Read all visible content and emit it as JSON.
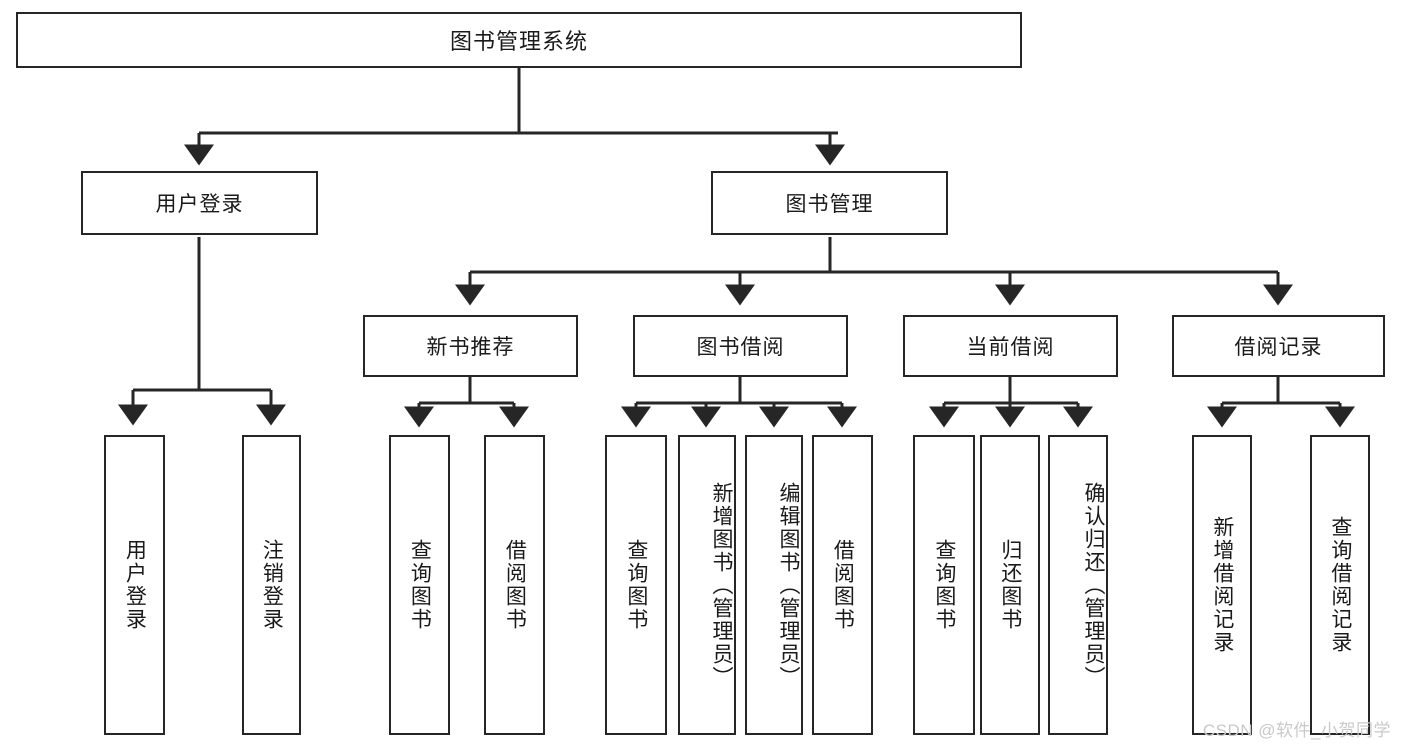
{
  "diagram": {
    "title": "图书管理系统",
    "type": "hierarchy-tree",
    "watermark": "CSDN @软件_小贺同学",
    "colors": {
      "line": "#262626",
      "box_fill": "#ffffff",
      "text": "#1a1a1a",
      "watermark": "#c9c9c9"
    },
    "levels": {
      "root": {
        "label": "图书管理系统"
      },
      "level2": [
        {
          "label": "用户登录"
        },
        {
          "label": "图书管理"
        }
      ],
      "level3": [
        {
          "label": "新书推荐"
        },
        {
          "label": "图书借阅"
        },
        {
          "label": "当前借阅"
        },
        {
          "label": "借阅记录"
        }
      ],
      "leaves": [
        {
          "label": "用户登录",
          "parent": "用户登录"
        },
        {
          "label": "注销登录",
          "parent": "用户登录"
        },
        {
          "label": "查询图书",
          "parent": "新书推荐"
        },
        {
          "label": "借阅图书",
          "parent": "新书推荐"
        },
        {
          "label": "查询图书",
          "parent": "图书借阅"
        },
        {
          "label": "新增图书（管理员）",
          "parent": "图书借阅"
        },
        {
          "label": "编辑图书（管理员）",
          "parent": "图书借阅"
        },
        {
          "label": "借阅图书",
          "parent": "图书借阅"
        },
        {
          "label": "查询图书",
          "parent": "当前借阅"
        },
        {
          "label": "归还图书",
          "parent": "当前借阅"
        },
        {
          "label": "确认归还（管理员）",
          "parent": "当前借阅"
        },
        {
          "label": "新增借阅记录",
          "parent": "借阅记录"
        },
        {
          "label": "查询借阅记录",
          "parent": "借阅记录"
        }
      ]
    }
  }
}
